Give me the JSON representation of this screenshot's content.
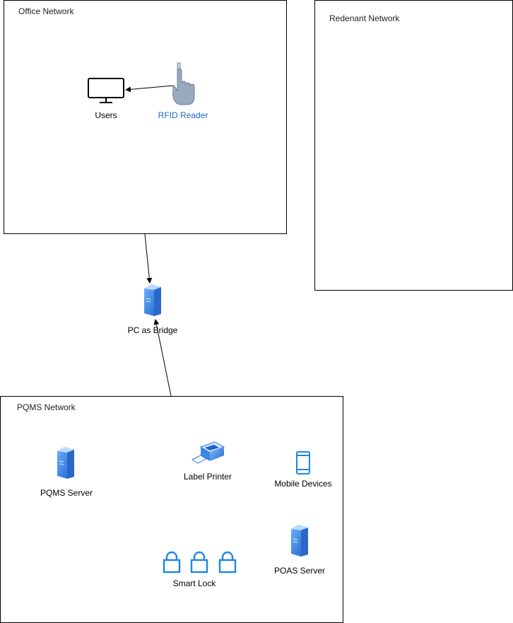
{
  "office_network": {
    "title": "Office Network",
    "nodes": {
      "users": "Users",
      "rfid_reader": "RFID Reader"
    }
  },
  "redenant_network": {
    "title": "Redenant Network"
  },
  "bridge": {
    "label": "PC as Bridge"
  },
  "pqms_network": {
    "title": "PQMS Network",
    "nodes": {
      "pqms_server": "PQMS Server",
      "label_printer": "Label Printer",
      "mobile_devices": "Mobile Devices",
      "poas_server": "POAS Server",
      "smart_lock": "Smart Lock"
    }
  },
  "colors": {
    "accent_blue": "#1c6bbf",
    "server_blue": "#2f7fe0",
    "icon_gray": "#9aa9bd"
  }
}
